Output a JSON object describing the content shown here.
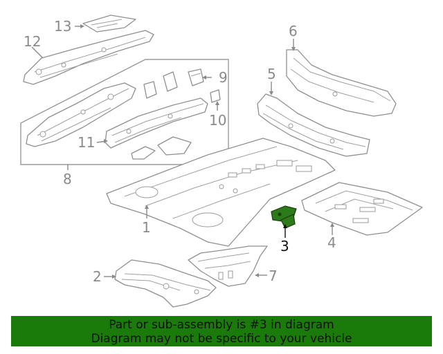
{
  "callouts": [
    {
      "id": "1",
      "label": "1"
    },
    {
      "id": "2",
      "label": "2"
    },
    {
      "id": "3",
      "label": "3"
    },
    {
      "id": "4",
      "label": "4"
    },
    {
      "id": "5",
      "label": "5"
    },
    {
      "id": "6",
      "label": "6"
    },
    {
      "id": "7",
      "label": "7"
    },
    {
      "id": "8",
      "label": "8"
    },
    {
      "id": "9",
      "label": "9"
    },
    {
      "id": "10",
      "label": "10"
    },
    {
      "id": "11",
      "label": "11"
    },
    {
      "id": "12",
      "label": "12"
    },
    {
      "id": "13",
      "label": "13"
    }
  ],
  "highlighted_part": "3",
  "colors": {
    "highlight_part": "#2d7a1a",
    "banner_bg": "#1a7a0a",
    "line": "#8f8f8f"
  },
  "banner": {
    "line1": "Part or sub-assembly is #3 in diagram",
    "line2": "Diagram may not be specific to your vehicle"
  }
}
